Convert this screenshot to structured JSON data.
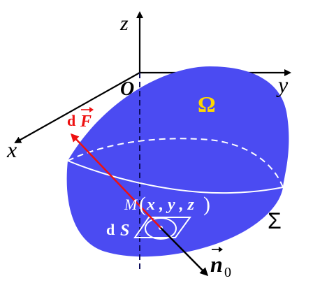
{
  "axes": {
    "z_label": "z",
    "y_label": "y",
    "x_label": "x",
    "origin_label": "O"
  },
  "region": {
    "omega_label": "Ω",
    "surface_label": "Σ"
  },
  "point": {
    "prefix": "M",
    "args": "x , y , z"
  },
  "force": {
    "prefix": "d",
    "symbol": "F"
  },
  "area": {
    "prefix": "d",
    "symbol": "S"
  },
  "normal": {
    "symbol": "n",
    "subscript": "0"
  },
  "colors": {
    "body_fill": "#4b4bf2",
    "omega": "#ffd700",
    "force": "#ee1111",
    "axis": "#000000",
    "curve": "#ffffff"
  }
}
